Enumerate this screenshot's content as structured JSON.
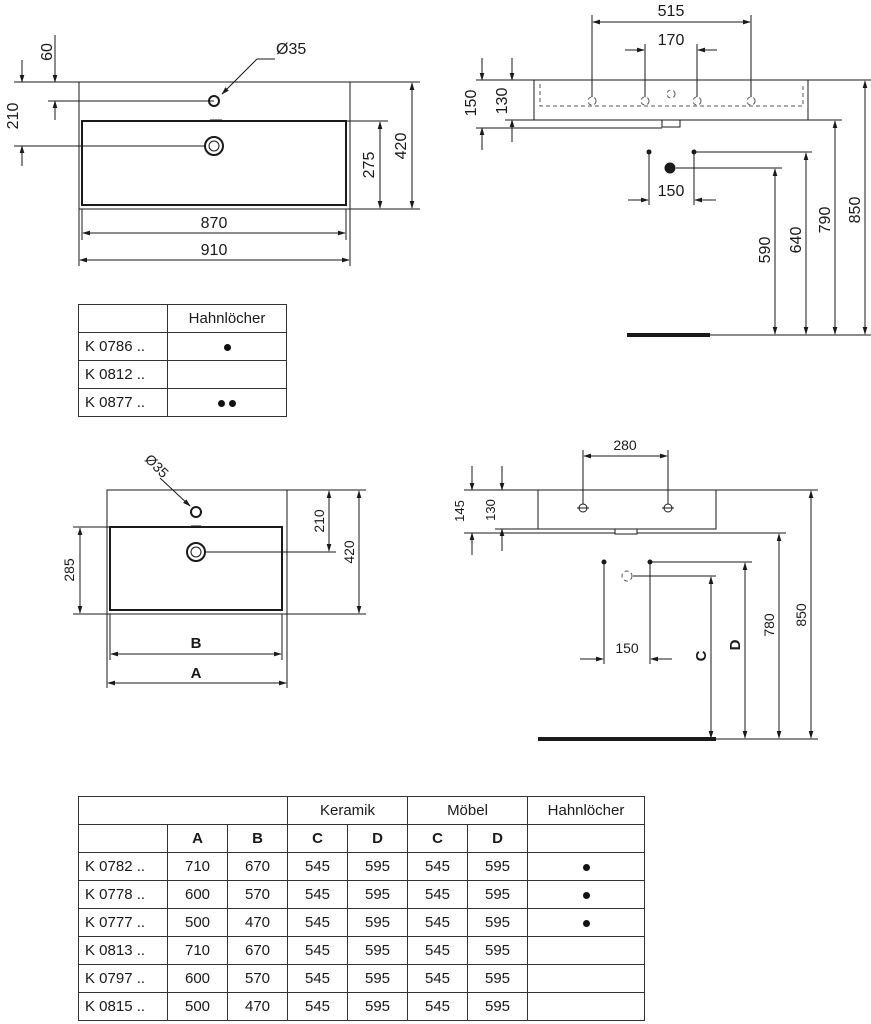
{
  "top_plan": {
    "hole_dia": "Ø35",
    "dim_60": "60",
    "dim_210": "210",
    "dim_275": "275",
    "dim_420": "420",
    "dim_870": "870",
    "dim_910": "910"
  },
  "top_side": {
    "dim_515": "515",
    "dim_170": "170",
    "dim_150h": "150",
    "dim_130": "130",
    "dim_150w": "150",
    "dim_590": "590",
    "dim_640": "640",
    "dim_790": "790",
    "dim_850": "850"
  },
  "top_table": {
    "header": "Hahnlöcher",
    "rows": [
      {
        "code": "K 0786 ..",
        "holes": 1
      },
      {
        "code": "K 0812 ..",
        "holes": 0
      },
      {
        "code": "K 0877 ..",
        "holes": 2
      }
    ]
  },
  "bottom_plan": {
    "hole_dia": "Ø35",
    "dim_285": "285",
    "dim_210": "210",
    "dim_420": "420",
    "label_b": "B",
    "label_a": "A"
  },
  "bottom_side": {
    "dim_280": "280",
    "dim_145": "145",
    "dim_130": "130",
    "dim_150": "150",
    "label_c": "C",
    "label_d": "D",
    "dim_780": "780",
    "dim_850": "850"
  },
  "bottom_table": {
    "group_keramik": "Keramik",
    "group_moebel": "Möbel",
    "header_holes": "Hahnlöcher",
    "col_a": "A",
    "col_b": "B",
    "col_c": "C",
    "col_d": "D",
    "rows": [
      {
        "code": "K 0782 ..",
        "a": "710",
        "b": "670",
        "c1": "545",
        "d1": "595",
        "c2": "545",
        "d2": "595",
        "holes": 1
      },
      {
        "code": "K 0778 ..",
        "a": "600",
        "b": "570",
        "c1": "545",
        "d1": "595",
        "c2": "545",
        "d2": "595",
        "holes": 1
      },
      {
        "code": "K 0777 ..",
        "a": "500",
        "b": "470",
        "c1": "545",
        "d1": "595",
        "c2": "545",
        "d2": "595",
        "holes": 1
      },
      {
        "code": "K 0813 ..",
        "a": "710",
        "b": "670",
        "c1": "545",
        "d1": "595",
        "c2": "545",
        "d2": "595",
        "holes": 0
      },
      {
        "code": "K 0797 ..",
        "a": "600",
        "b": "570",
        "c1": "545",
        "d1": "595",
        "c2": "545",
        "d2": "595",
        "holes": 0
      },
      {
        "code": "K 0815 ..",
        "a": "500",
        "b": "470",
        "c1": "545",
        "d1": "595",
        "c2": "545",
        "d2": "595",
        "holes": 0
      }
    ]
  }
}
